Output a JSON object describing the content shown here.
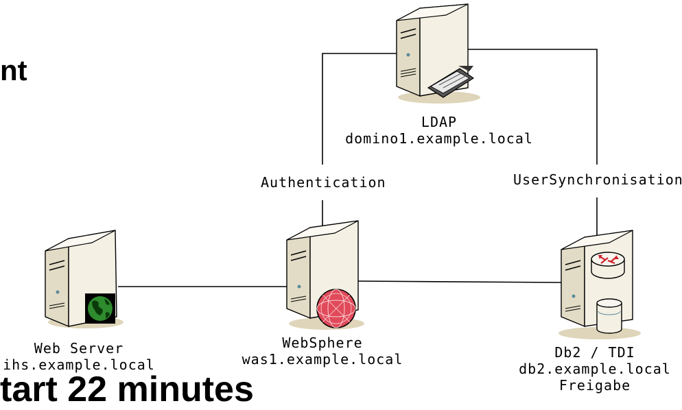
{
  "slide": {
    "title_fragment": "nt",
    "bottom_fragment": "tart 22 minutes"
  },
  "edges": {
    "authentication": "Authentication",
    "user_sync": "UserSynchronisation"
  },
  "nodes": {
    "ldap": {
      "role": "LDAP",
      "host": "domino1.example.local",
      "icon": "ldap-directory-icon"
    },
    "webserver": {
      "role": "Web Server",
      "host": "ihs.example.local",
      "icon": "globe-icon"
    },
    "websphere": {
      "role": "WebSphere",
      "host": "was1.example.local",
      "icon": "sphere-icon"
    },
    "db2": {
      "role": "Db2 / TDI",
      "host": "db2.example.local",
      "note": "Freigabe",
      "icon": "router-database-icon"
    }
  },
  "colors": {
    "server_body": "#f4f0e4",
    "server_side": "#e2dcc6",
    "shadow": "#c9b98c",
    "globe_green": "#2e8b2e",
    "sphere_red": "#e04a5a",
    "router_red": "#d0202a"
  }
}
